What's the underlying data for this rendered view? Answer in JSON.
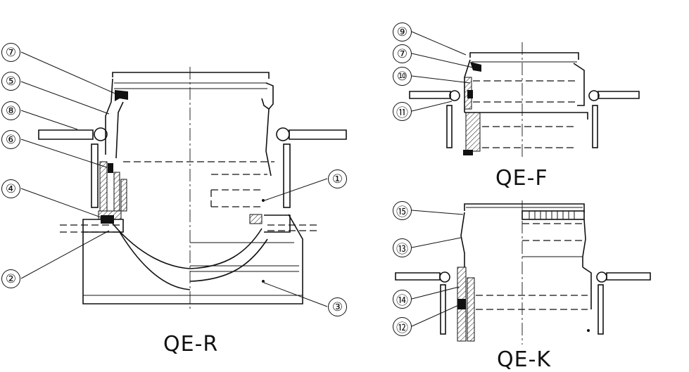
{
  "views": {
    "qe_r": {
      "title": "QE-R"
    },
    "qe_f": {
      "title": "QE-F"
    },
    "qe_k": {
      "title": "QE-K"
    }
  },
  "callouts": {
    "c1": "①",
    "c2": "②",
    "c3": "③",
    "c4": "④",
    "c5": "⑤",
    "c6": "⑥",
    "c7": "⑦",
    "c8": "⑧",
    "c9": "⑨",
    "c10": "⑩",
    "c11": "⑪",
    "c12": "⑫",
    "c13": "⑬",
    "c14": "⑭",
    "c15": "⑮"
  }
}
